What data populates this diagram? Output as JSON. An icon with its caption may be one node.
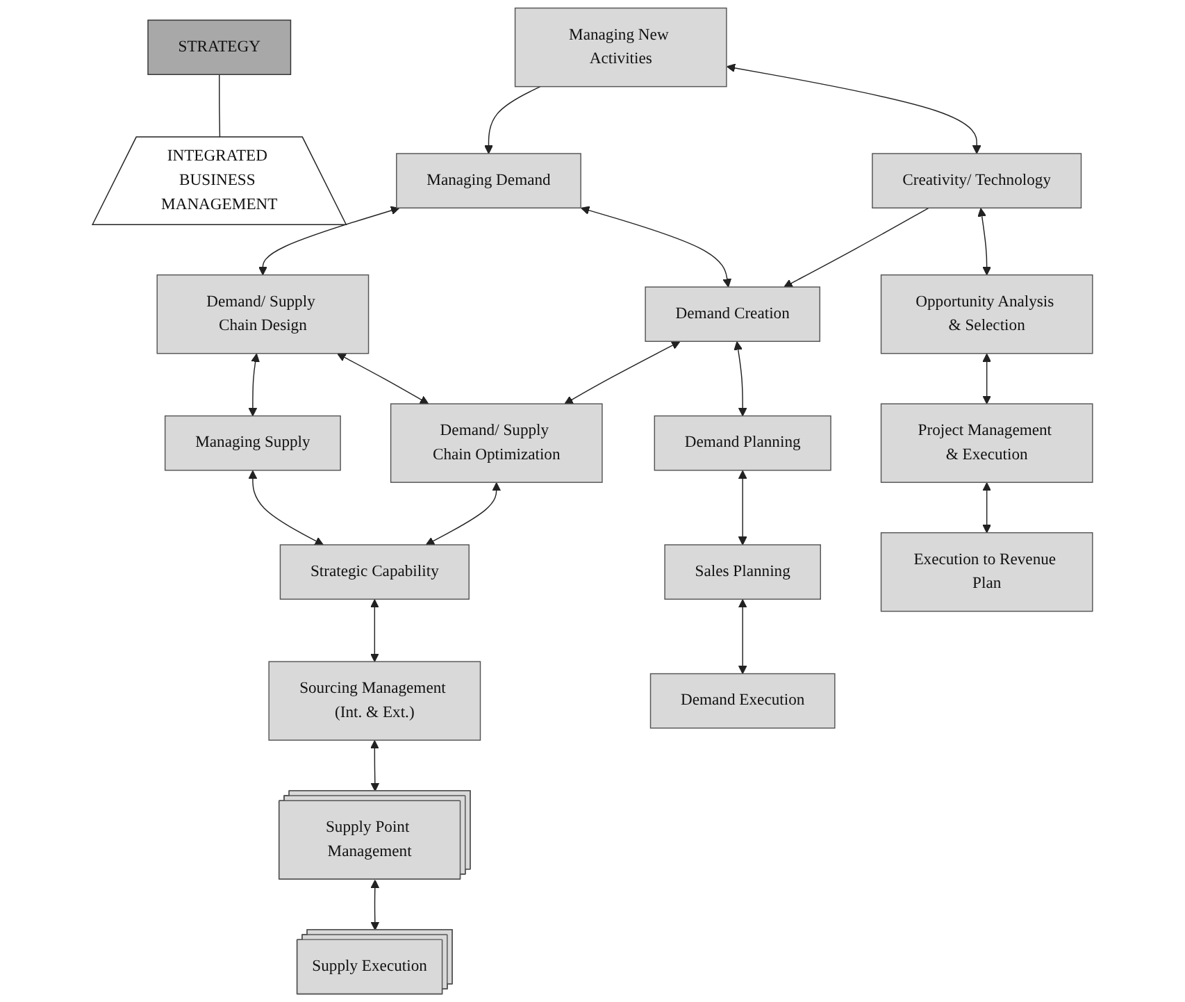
{
  "diagram": {
    "nodes": [
      {
        "text": [
          "STRATEGY"
        ]
      },
      {
        "text": [
          "INTEGRATED BUSINESS MANAGEMENT"
        ]
      },
      {
        "text": [
          "Managing New Activities"
        ]
      },
      {
        "text": [
          "Creativity/ Technology"
        ]
      },
      {
        "text": [
          "Opportunity Analysis & Selection"
        ]
      },
      {
        "text": [
          "Project Management & Execution"
        ]
      },
      {
        "text": [
          "Execution to Revenue Plan"
        ]
      },
      {
        "text": [
          "Managing Demand"
        ]
      },
      {
        "text": [
          "Demand Creation"
        ]
      },
      {
        "text": [
          "Demand Planning"
        ]
      },
      {
        "text": [
          "Sales Planning"
        ]
      },
      {
        "text": [
          "Demand Execution"
        ]
      },
      {
        "text": [
          "Demand/ Supply Chain Design"
        ]
      },
      {
        "text": [
          "Demand/ Supply Chain Optimization"
        ]
      },
      {
        "text": [
          "Managing Supply"
        ]
      },
      {
        "text": [
          "Strategic Capability"
        ]
      },
      {
        "text": [
          "Sourcing Management (Int. & Ext.)"
        ]
      },
      {
        "text": [
          "Supply Point Management"
        ]
      },
      {
        "text": [
          "Supply Execution"
        ]
      }
    ],
    "edges": [
      {
        "from": 0,
        "to": 1,
        "arrow": "none"
      },
      {
        "from": 2,
        "to": 7,
        "arrow": "to"
      },
      {
        "from": 7,
        "to": 12,
        "arrow": "both"
      },
      {
        "from": 12,
        "to": 14,
        "arrow": "both"
      },
      {
        "from": 2,
        "to": 3,
        "arrow": "both"
      },
      {
        "from": 7,
        "to": 8,
        "arrow": "both"
      },
      {
        "from": 12,
        "to": 13,
        "arrow": "both"
      },
      {
        "from": 14,
        "to": 15,
        "arrow": "both"
      },
      {
        "from": 3,
        "to": 8,
        "arrow": "to"
      },
      {
        "from": 8,
        "to": 13,
        "arrow": "both"
      },
      {
        "from": 13,
        "to": 15,
        "arrow": "both"
      },
      {
        "from": 3,
        "to": 4,
        "arrow": "both"
      },
      {
        "from": 4,
        "to": 5,
        "arrow": "both"
      },
      {
        "from": 5,
        "to": 6,
        "arrow": "both"
      },
      {
        "from": 8,
        "to": 9,
        "arrow": "both"
      },
      {
        "from": 9,
        "to": 10,
        "arrow": "both"
      },
      {
        "from": 10,
        "to": 11,
        "arrow": "both"
      },
      {
        "from": 15,
        "to": 16,
        "arrow": "both"
      },
      {
        "from": 16,
        "to": 17,
        "arrow": "both"
      },
      {
        "from": 17,
        "to": 18,
        "arrow": "both"
      }
    ]
  }
}
